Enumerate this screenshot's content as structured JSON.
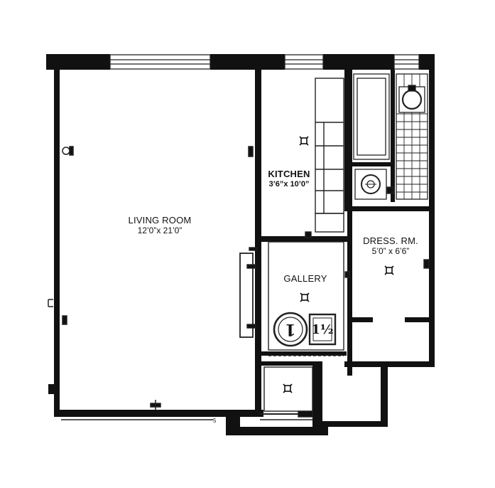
{
  "rooms": {
    "living_room": {
      "name": "LIVING ROOM",
      "dimensions": "12’0”x 21’0”"
    },
    "kitchen": {
      "name": "KITCHEN",
      "dimensions": "3’6”x 10’0”"
    },
    "dressing_room": {
      "name": "DRESS. RM.",
      "dimensions": "5’0” x 6’6”"
    },
    "gallery": {
      "name": "GALLERY"
    }
  },
  "closets": {
    "closet_one": "1",
    "closet_half": "1½"
  },
  "colors": {
    "wall": "#111111",
    "line": "#222222",
    "paper": "#ffffff"
  }
}
